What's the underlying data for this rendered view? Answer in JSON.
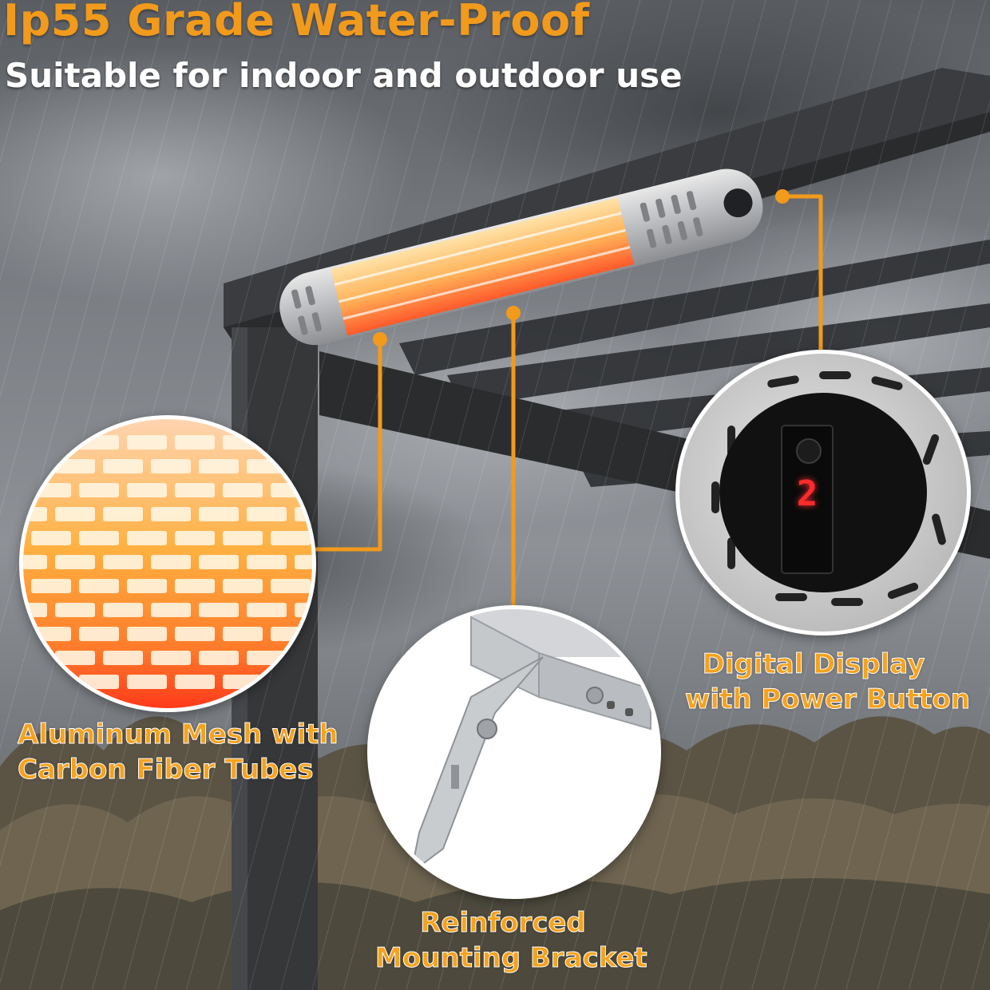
{
  "header": {
    "title": "Ip55 Grade Water-Proof",
    "subtitle": "Suitable for indoor and outdoor use"
  },
  "callouts": {
    "mesh": {
      "line1": "Aluminum Mesh with",
      "line2": "Carbon Fiber Tubes"
    },
    "display": {
      "line1": "Digital Display",
      "line2": "with Power Button"
    },
    "bracket": {
      "line1": "Reinforced",
      "line2": "Mounting Bracket"
    }
  },
  "display_readout": "2",
  "colors": {
    "accent": "#f29a1c",
    "callout_text": "#f5a21e",
    "heater_glow": "#ff8a2a",
    "led": "#ff2a2a"
  },
  "icons": [
    "heater-icon",
    "power-button-icon",
    "bracket-icon",
    "mesh-icon"
  ]
}
